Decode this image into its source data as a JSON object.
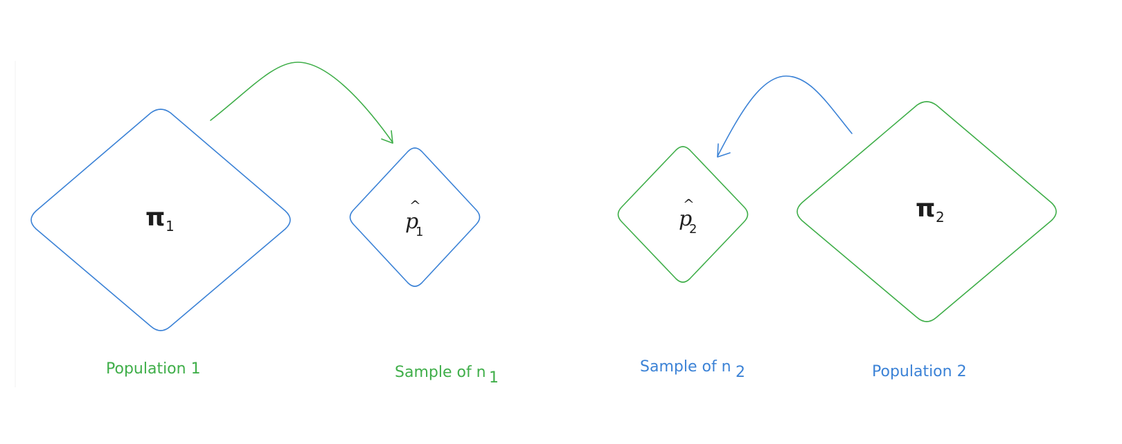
{
  "colors": {
    "blue": "#3b82d6",
    "green": "#3fae49",
    "text": "#1e1e1e"
  },
  "population1": {
    "symbol": "π",
    "subscript": "1",
    "label": "Population 1",
    "shape_color": "blue",
    "label_color": "green"
  },
  "sample1": {
    "symbol": "p",
    "hat": "^",
    "subscript": "1",
    "label": "Sample of n",
    "label_subscript": "1",
    "shape_color": "blue",
    "label_color": "green"
  },
  "sample2": {
    "symbol": "p",
    "hat": "^",
    "subscript": "2",
    "label": "Sample of n",
    "label_subscript": "2",
    "shape_color": "green",
    "label_color": "blue"
  },
  "population2": {
    "symbol": "π",
    "subscript": "2",
    "label": "Population 2",
    "shape_color": "green",
    "label_color": "blue"
  },
  "arrows": [
    {
      "from": "population1",
      "to": "sample1",
      "color": "green"
    },
    {
      "from": "population2",
      "to": "sample2",
      "color": "blue"
    }
  ]
}
